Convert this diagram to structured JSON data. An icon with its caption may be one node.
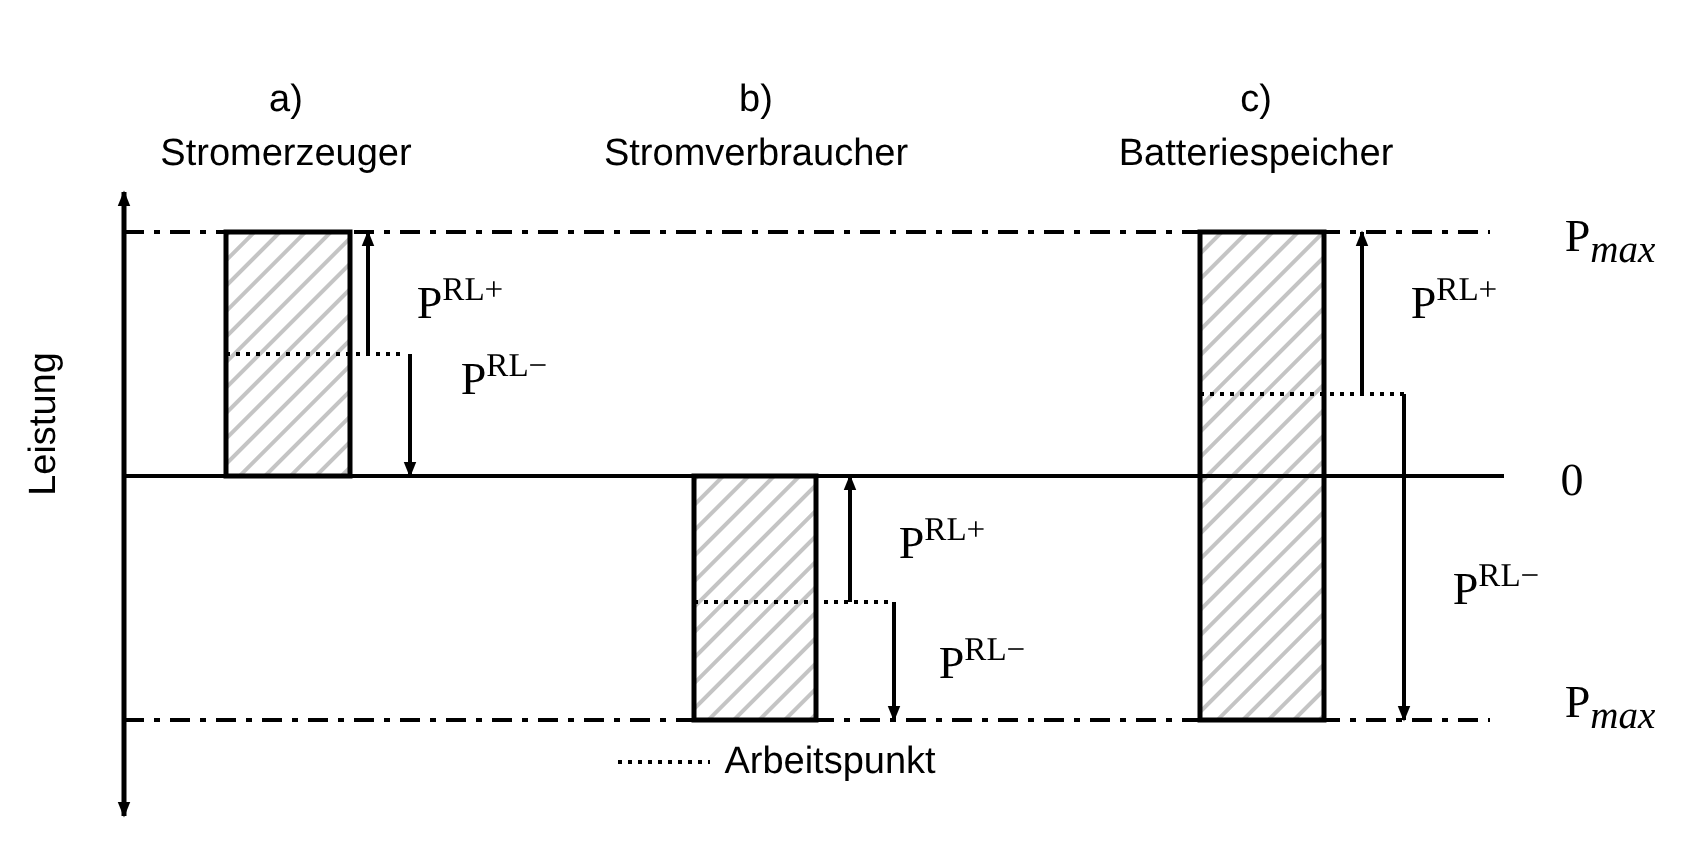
{
  "diagram": {
    "labels": [
      "a)",
      "b)",
      "c)",
      "Stromerzeuger",
      "Stromverbraucher",
      "Batteriespeicher",
      "P$_{max}$",
      "P$^{RL+}$",
      "P$^{RL+}$",
      "P$^{RL−}$",
      "Leistung",
      "0",
      "P$^{RL+}$",
      "P$^{RL−}$",
      "P$^{RL−}$",
      "P$_{max}$"
    ],
    "legend": [
      {
        "text": "Arbeitspunkt"
      }
    ]
  }
}
